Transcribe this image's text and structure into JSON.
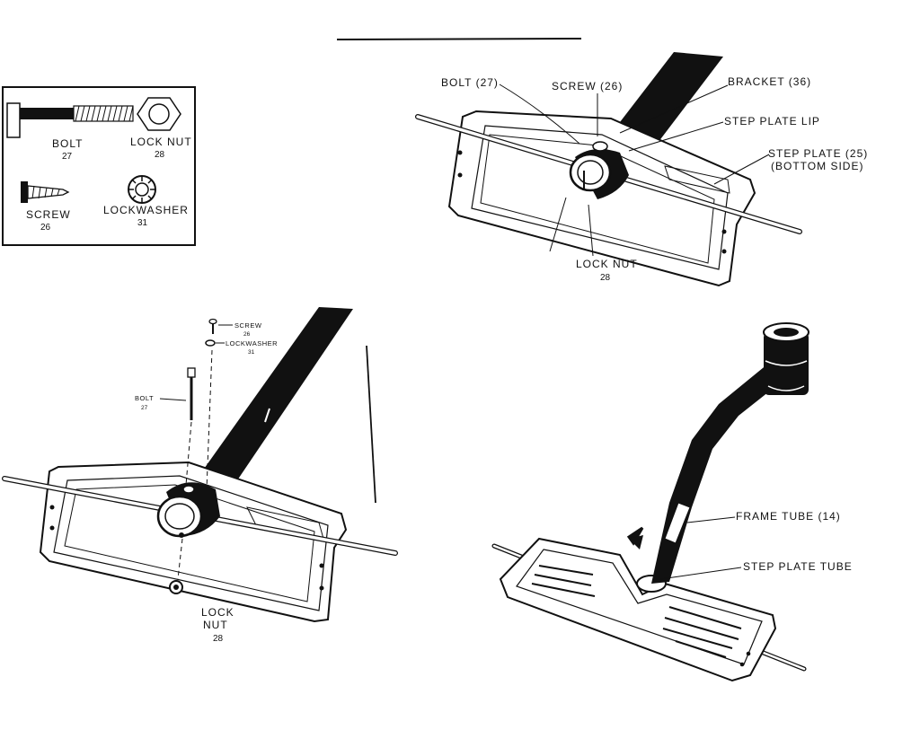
{
  "hardware": {
    "bolt": {
      "label": "BOLT",
      "num": "27"
    },
    "lock_nut": {
      "label": "LOCK NUT",
      "num": "28"
    },
    "screw": {
      "label": "SCREW",
      "num": "26"
    },
    "lockwasher": {
      "label": "LOCKWASHER",
      "num": "31"
    }
  },
  "top_right": {
    "bolt": "BOLT (27)",
    "screw": "SCREW (26)",
    "bracket": "BRACKET (36)",
    "step_plate_lip": "STEP PLATE LIP",
    "step_plate_1": "STEP PLATE (25)",
    "step_plate_2": "(BOTTOM SIDE)",
    "lock_nut": "LOCK NUT",
    "lock_nut_num": "28"
  },
  "bottom_left": {
    "screw": "SCREW",
    "screw_num": "26",
    "lockwasher": "LOCKWASHER",
    "lockwasher_num": "31",
    "bolt": "BOLT",
    "bolt_num": "27",
    "lock": "LOCK",
    "nut": "NUT",
    "nut_num": "28"
  },
  "bottom_right": {
    "frame_tube": "FRAME TUBE (14)",
    "step_plate_tube": "STEP PLATE TUBE"
  }
}
